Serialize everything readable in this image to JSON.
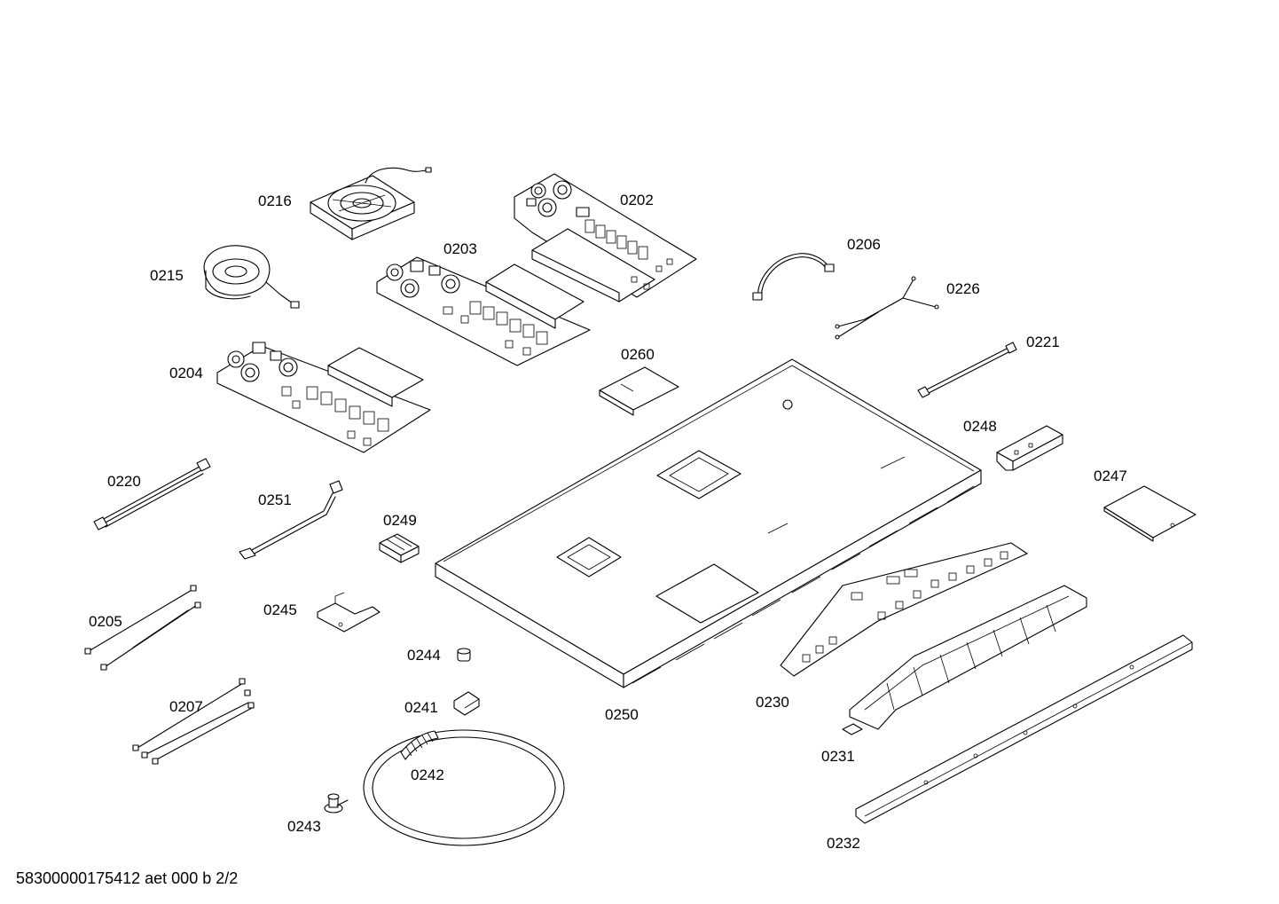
{
  "diagram": {
    "footer": "58300000175412 aet 000 b 2/2",
    "parts": [
      {
        "id": "0202"
      },
      {
        "id": "0203"
      },
      {
        "id": "0204"
      },
      {
        "id": "0205"
      },
      {
        "id": "0206"
      },
      {
        "id": "0207"
      },
      {
        "id": "0215"
      },
      {
        "id": "0216"
      },
      {
        "id": "0220"
      },
      {
        "id": "0221"
      },
      {
        "id": "0226"
      },
      {
        "id": "0230"
      },
      {
        "id": "0231"
      },
      {
        "id": "0232"
      },
      {
        "id": "0241"
      },
      {
        "id": "0242"
      },
      {
        "id": "0243"
      },
      {
        "id": "0244"
      },
      {
        "id": "0245"
      },
      {
        "id": "0247"
      },
      {
        "id": "0248"
      },
      {
        "id": "0249"
      },
      {
        "id": "0250"
      },
      {
        "id": "0251"
      },
      {
        "id": "0260"
      }
    ]
  }
}
